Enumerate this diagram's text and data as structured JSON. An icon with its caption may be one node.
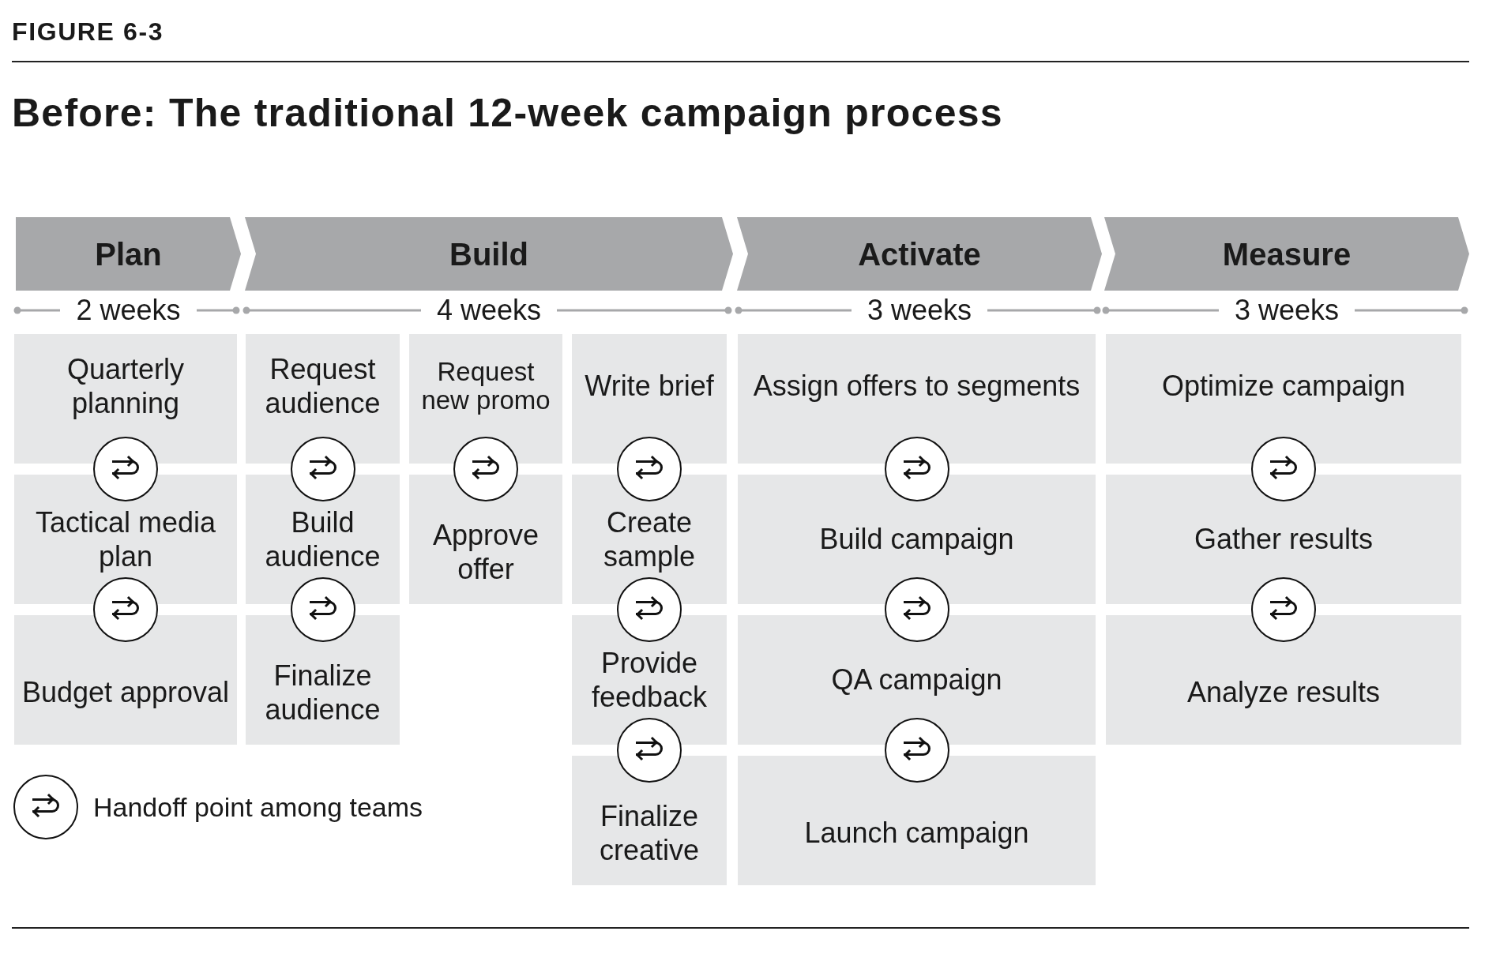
{
  "diagram": {
    "title": "Before: The traditional 12-week campaign process",
    "nodes": [
      {
        "text": [
          "Plan"
        ],
        "beside": [
          "2 weeks"
        ]
      },
      {
        "text": [
          "Build"
        ],
        "beside": [
          "4 weeks"
        ]
      },
      {
        "text": [
          "Activate"
        ],
        "beside": [
          "3 weeks"
        ]
      },
      {
        "text": [
          "Measure"
        ],
        "beside": [
          "3 weeks"
        ]
      },
      {
        "text": [
          "Quarterly planning"
        ]
      },
      {
        "text": [
          "Tactical media plan"
        ]
      },
      {
        "text": [
          "Budget approval"
        ]
      },
      {
        "text": [
          "Request audience"
        ]
      },
      {
        "text": [
          "Build audience"
        ]
      },
      {
        "text": [
          "Finalize audience"
        ]
      },
      {
        "text": [
          "Request new promo"
        ]
      },
      {
        "text": [
          "Approve offer"
        ]
      },
      {
        "text": [
          "Write brief"
        ]
      },
      {
        "text": [
          "Create sample"
        ]
      },
      {
        "text": [
          "Provide feedback"
        ]
      },
      {
        "text": [
          "Finalize creative"
        ]
      },
      {
        "text": [
          "Assign offers to segments"
        ]
      },
      {
        "text": [
          "Build campaign"
        ]
      },
      {
        "text": [
          "QA campaign"
        ]
      },
      {
        "text": [
          "Launch campaign"
        ]
      },
      {
        "text": [
          "Optimize campaign"
        ]
      },
      {
        "text": [
          "Gather results"
        ]
      },
      {
        "text": [
          "Analyze results"
        ]
      }
    ],
    "labels": [
      "FIGURE 6-3"
    ],
    "legend": [
      {
        "text": "Handoff point among teams"
      }
    ]
  }
}
